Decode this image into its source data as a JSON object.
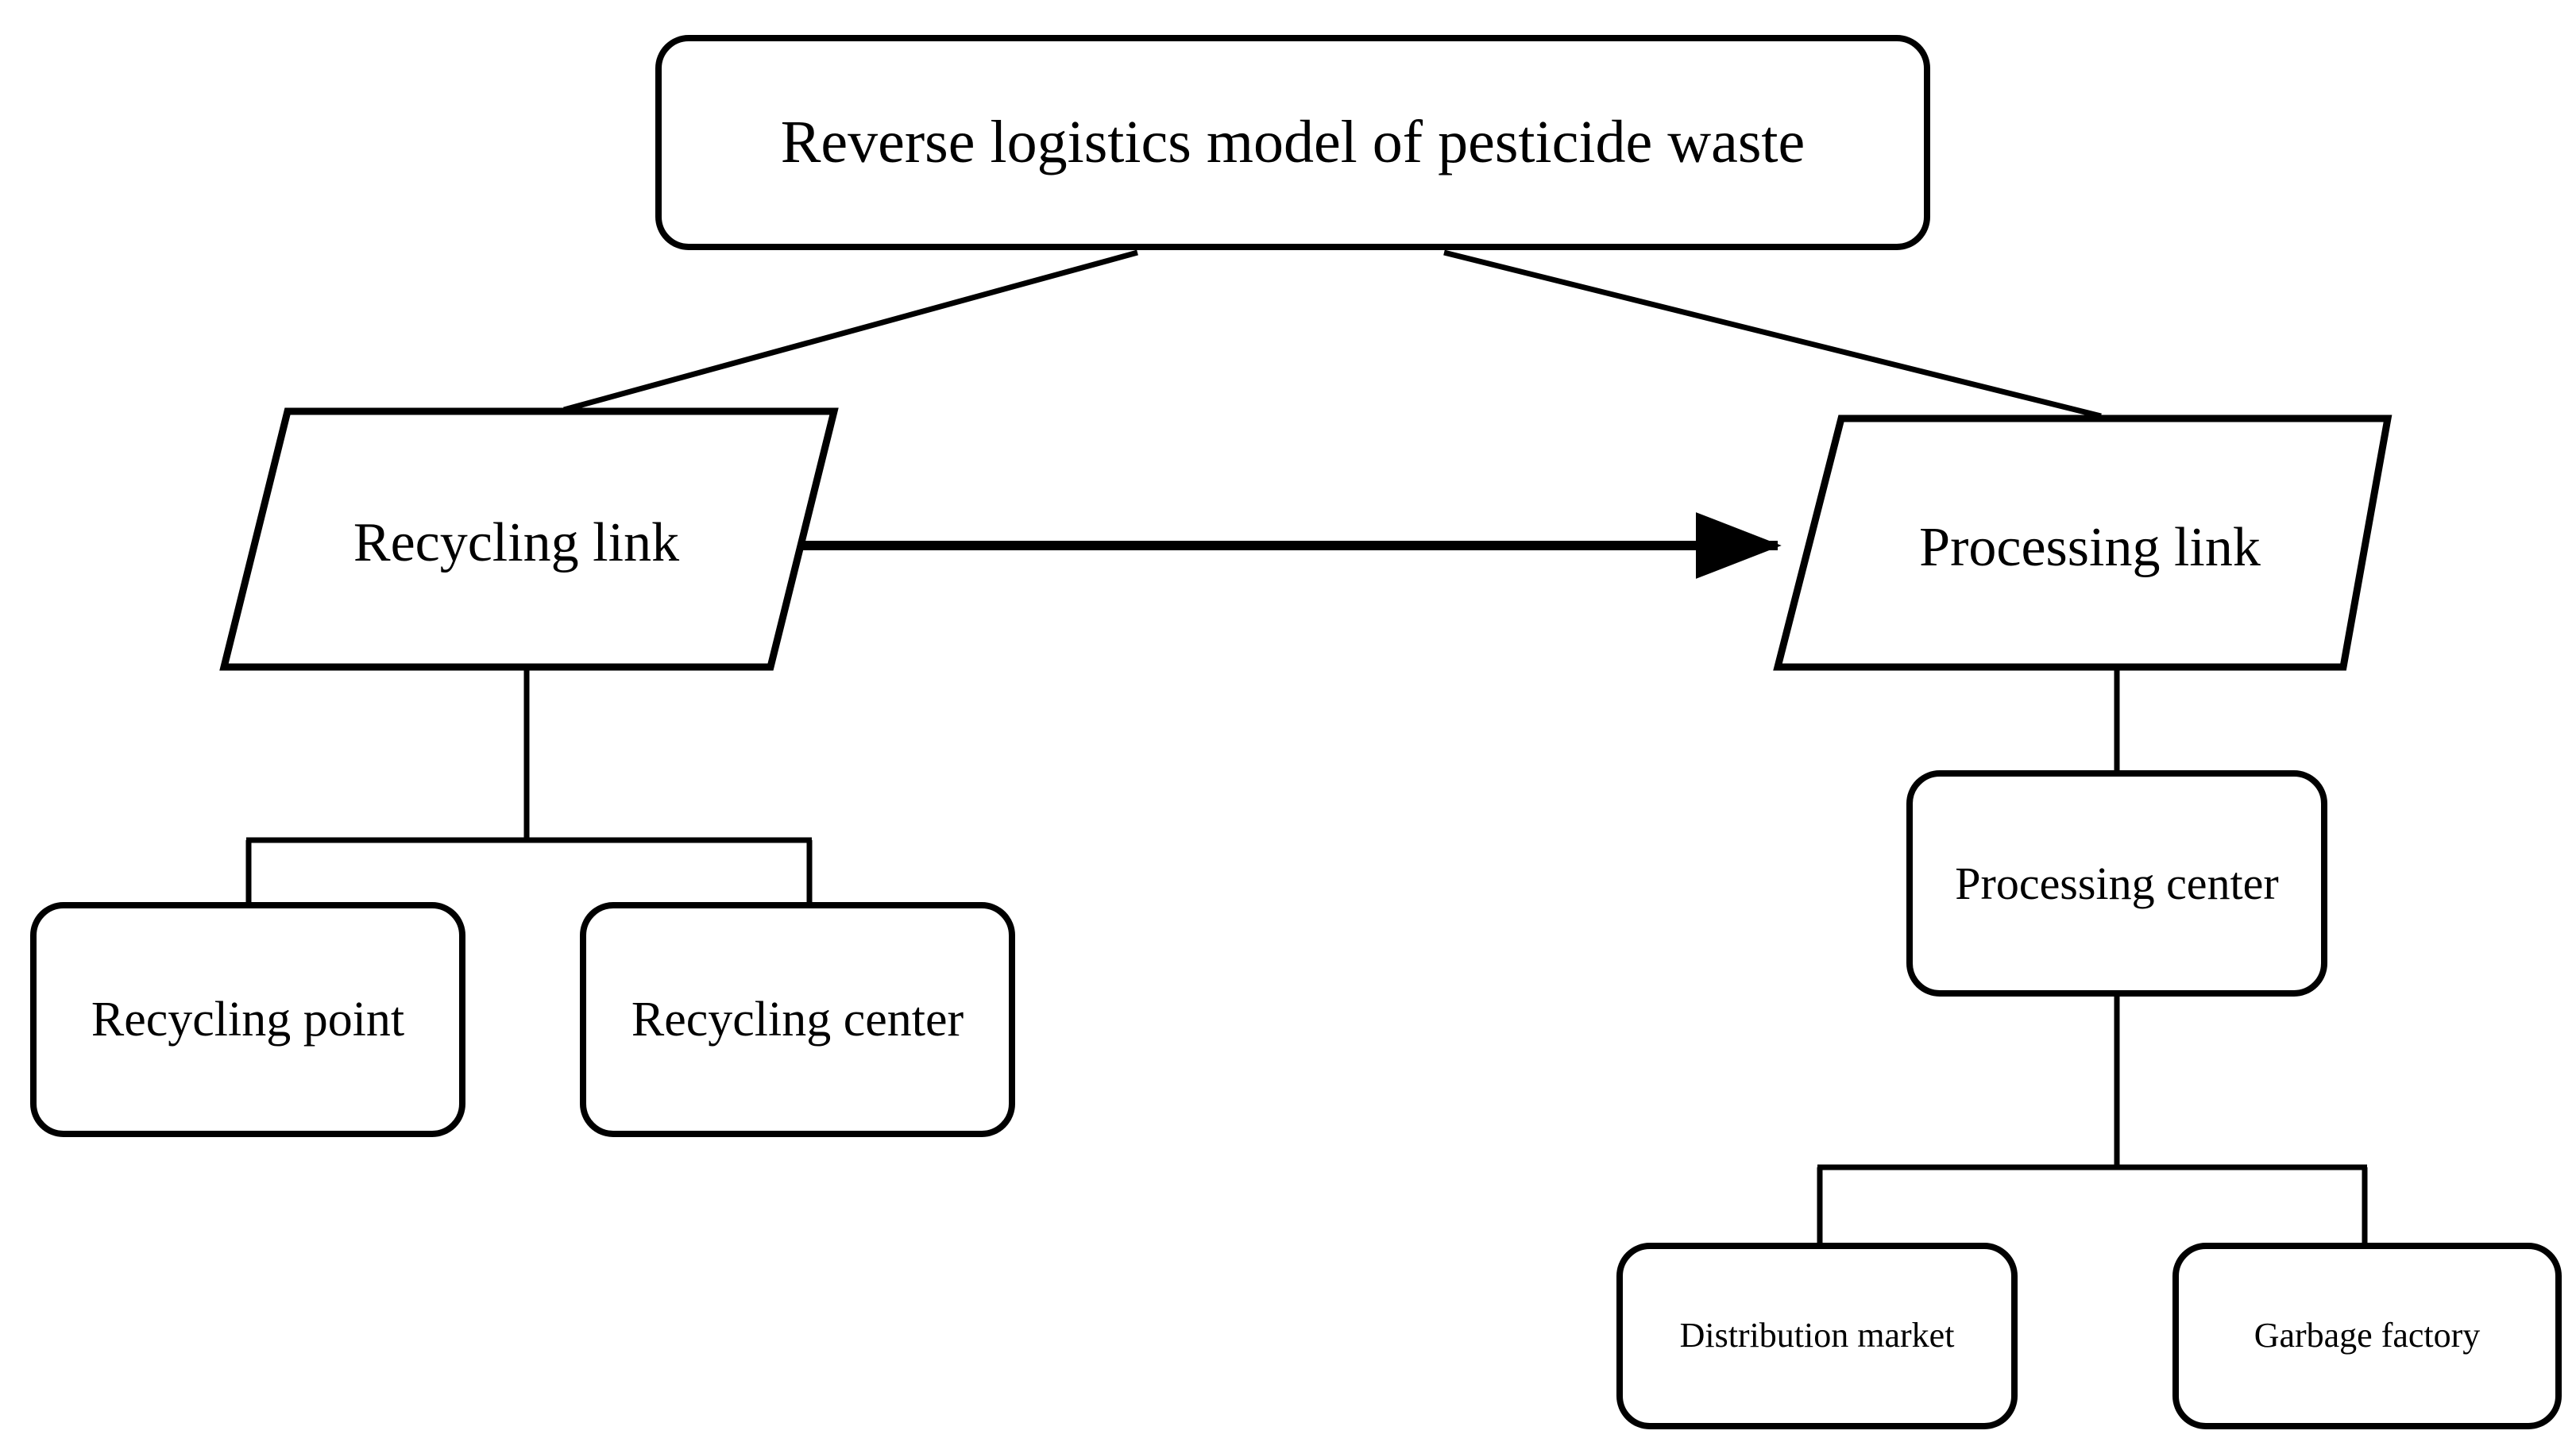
{
  "diagram": {
    "title_node": {
      "id": "root",
      "label": "Reverse logistics model of pesticide waste",
      "shape": "rounded-rectangle"
    },
    "nodes": [
      {
        "id": "recycling-link",
        "label": "Recycling link",
        "shape": "parallelogram"
      },
      {
        "id": "processing-link",
        "label": "Processing link",
        "shape": "parallelogram"
      },
      {
        "id": "recycling-point",
        "label": "Recycling point",
        "shape": "rounded-rectangle"
      },
      {
        "id": "recycling-center",
        "label": "Recycling center",
        "shape": "rounded-rectangle"
      },
      {
        "id": "processing-center",
        "label": "Processing center",
        "shape": "rounded-rectangle"
      },
      {
        "id": "distribution-market",
        "label": "Distribution market",
        "shape": "rounded-rectangle"
      },
      {
        "id": "garbage-factory",
        "label": "Garbage factory",
        "shape": "rounded-rectangle"
      }
    ],
    "edges": [
      {
        "from": "root",
        "to": "recycling-link",
        "style": "diagonal",
        "arrow": "none"
      },
      {
        "from": "root",
        "to": "processing-link",
        "style": "diagonal",
        "arrow": "none"
      },
      {
        "from": "recycling-link",
        "to": "processing-link",
        "style": "straight",
        "arrow": "end"
      },
      {
        "from": "recycling-link",
        "to": "recycling-point",
        "style": "orthogonal",
        "arrow": "none"
      },
      {
        "from": "recycling-link",
        "to": "recycling-center",
        "style": "orthogonal",
        "arrow": "none"
      },
      {
        "from": "processing-link",
        "to": "processing-center",
        "style": "straight",
        "arrow": "none"
      },
      {
        "from": "processing-center",
        "to": "distribution-market",
        "style": "orthogonal",
        "arrow": "none"
      },
      {
        "from": "processing-center",
        "to": "garbage-factory",
        "style": "orthogonal",
        "arrow": "none"
      }
    ],
    "colors": {
      "stroke": "#000000",
      "fill": "#ffffff",
      "text": "#000000"
    }
  }
}
